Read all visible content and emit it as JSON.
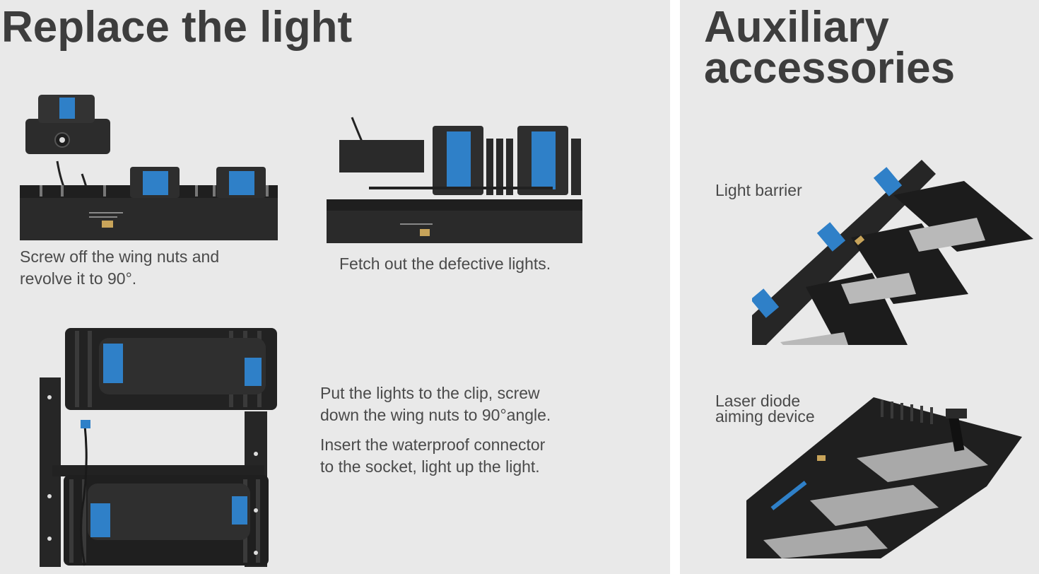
{
  "left": {
    "title": "Replace the light",
    "step1_caption_line1": "Screw off the wing nuts and",
    "step1_caption_line2": "revolve it to 90°.",
    "step2_caption": "Fetch out the defective lights.",
    "step3_caption_line1": "Put the lights to the clip, screw",
    "step3_caption_line2": "down the wing nuts to 90°angle.",
    "step4_caption_line1": "Insert the waterproof connector",
    "step4_caption_line2": "to the socket, light up the light."
  },
  "right": {
    "title_line1": "Auxiliary",
    "title_line2": "accessories",
    "accessory1_label": "Light barrier",
    "accessory2_label_line1": "Laser diode",
    "accessory2_label_line2": "aiming device"
  },
  "colors": {
    "accent_blue": "#2f80c8",
    "housing": "#2a2a2a",
    "background": "#e9e9e9"
  }
}
